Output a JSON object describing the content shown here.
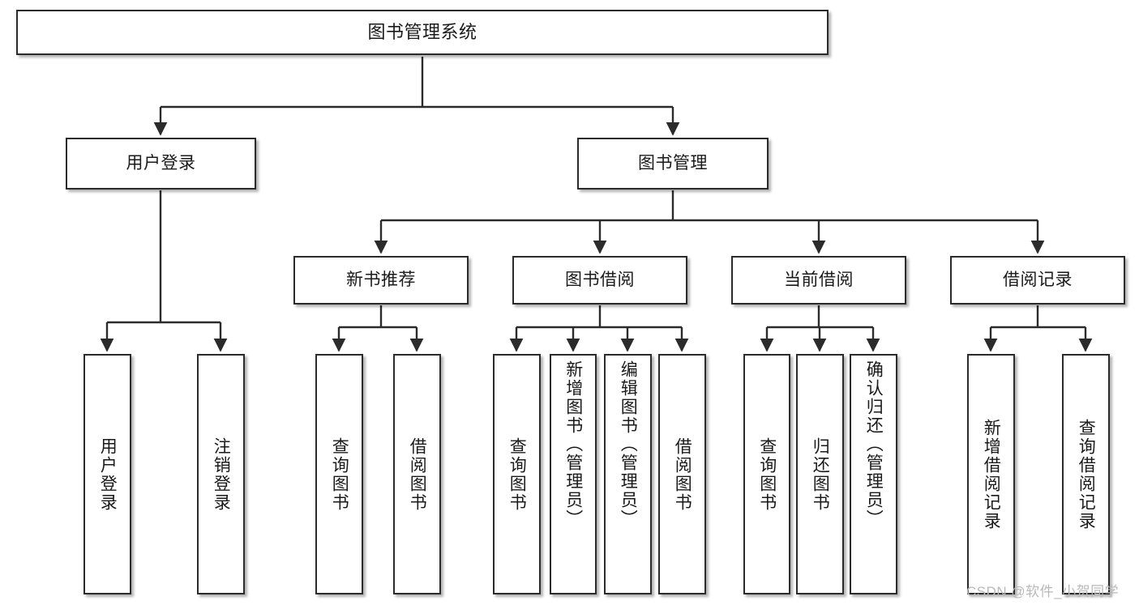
{
  "diagram": {
    "type": "tree",
    "title": "图书管理系统",
    "stroke_color": "#2b2b2b",
    "fill_color": "#ffffff",
    "background": "#ffffff",
    "nodes": {
      "root": {
        "label": "图书管理系统"
      },
      "level1": [
        {
          "id": "user-login",
          "label": "用户登录"
        },
        {
          "id": "book-management",
          "label": "图书管理"
        }
      ],
      "level2": [
        {
          "id": "new-book-recommend",
          "label": "新书推荐"
        },
        {
          "id": "book-borrow",
          "label": "图书借阅"
        },
        {
          "id": "current-borrow",
          "label": "当前借阅"
        },
        {
          "id": "borrow-record",
          "label": "借阅记录"
        }
      ],
      "leaves": [
        {
          "id": "leaf-user-login",
          "label": "用户登录",
          "parent": "user-login"
        },
        {
          "id": "leaf-logout",
          "label": "注销登录",
          "parent": "user-login"
        },
        {
          "id": "leaf-query-book-1",
          "label": "查询图书",
          "parent": "new-book-recommend"
        },
        {
          "id": "leaf-borrow-book-1",
          "label": "借阅图书",
          "parent": "new-book-recommend"
        },
        {
          "id": "leaf-query-book-2",
          "label": "查询图书",
          "parent": "book-borrow"
        },
        {
          "id": "leaf-add-book",
          "label": "新增图书（管理员）",
          "parent": "book-borrow"
        },
        {
          "id": "leaf-edit-book",
          "label": "编辑图书（管理员）",
          "parent": "book-borrow"
        },
        {
          "id": "leaf-borrow-book-2",
          "label": "借阅图书",
          "parent": "book-borrow"
        },
        {
          "id": "leaf-query-book-3",
          "label": "查询图书",
          "parent": "current-borrow"
        },
        {
          "id": "leaf-return-book",
          "label": "归还图书",
          "parent": "current-borrow"
        },
        {
          "id": "leaf-confirm-return",
          "label": "确认归还（管理员）",
          "parent": "current-borrow"
        },
        {
          "id": "leaf-add-record",
          "label": "新增借阅记录",
          "parent": "borrow-record"
        },
        {
          "id": "leaf-query-record",
          "label": "查询借阅记录",
          "parent": "borrow-record"
        }
      ]
    }
  },
  "watermark": {
    "text": "CSDN @软件_小贺同学"
  }
}
